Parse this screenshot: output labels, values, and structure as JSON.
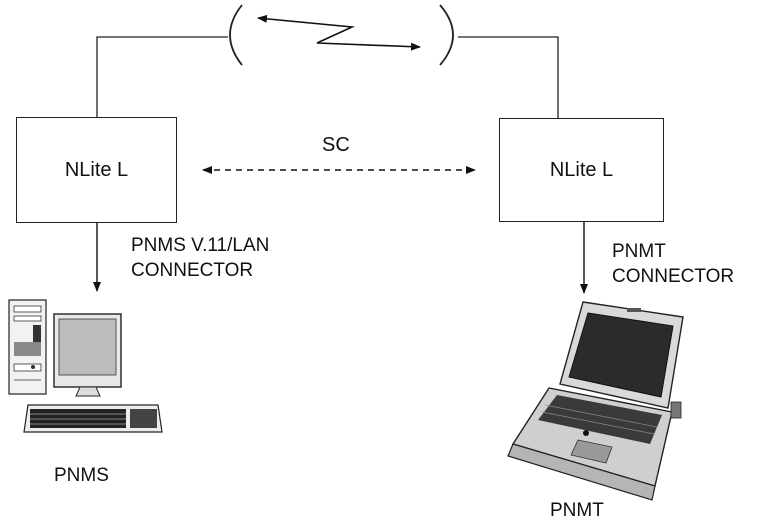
{
  "nodes": {
    "left_unit": "NLite L",
    "right_unit": "NLite L"
  },
  "links": {
    "service_channel": "SC",
    "left_connector": [
      "PNMS V.11/LAN",
      "CONNECTOR"
    ],
    "right_connector": [
      "PNMT",
      "CONNECTOR"
    ]
  },
  "devices": {
    "desktop": {
      "label": "PNMS",
      "icon": "desktop-computer-icon"
    },
    "laptop": {
      "label": "PNMT",
      "icon": "laptop-icon"
    }
  },
  "radio_link_icon": "radio-link-zigzag-icon"
}
